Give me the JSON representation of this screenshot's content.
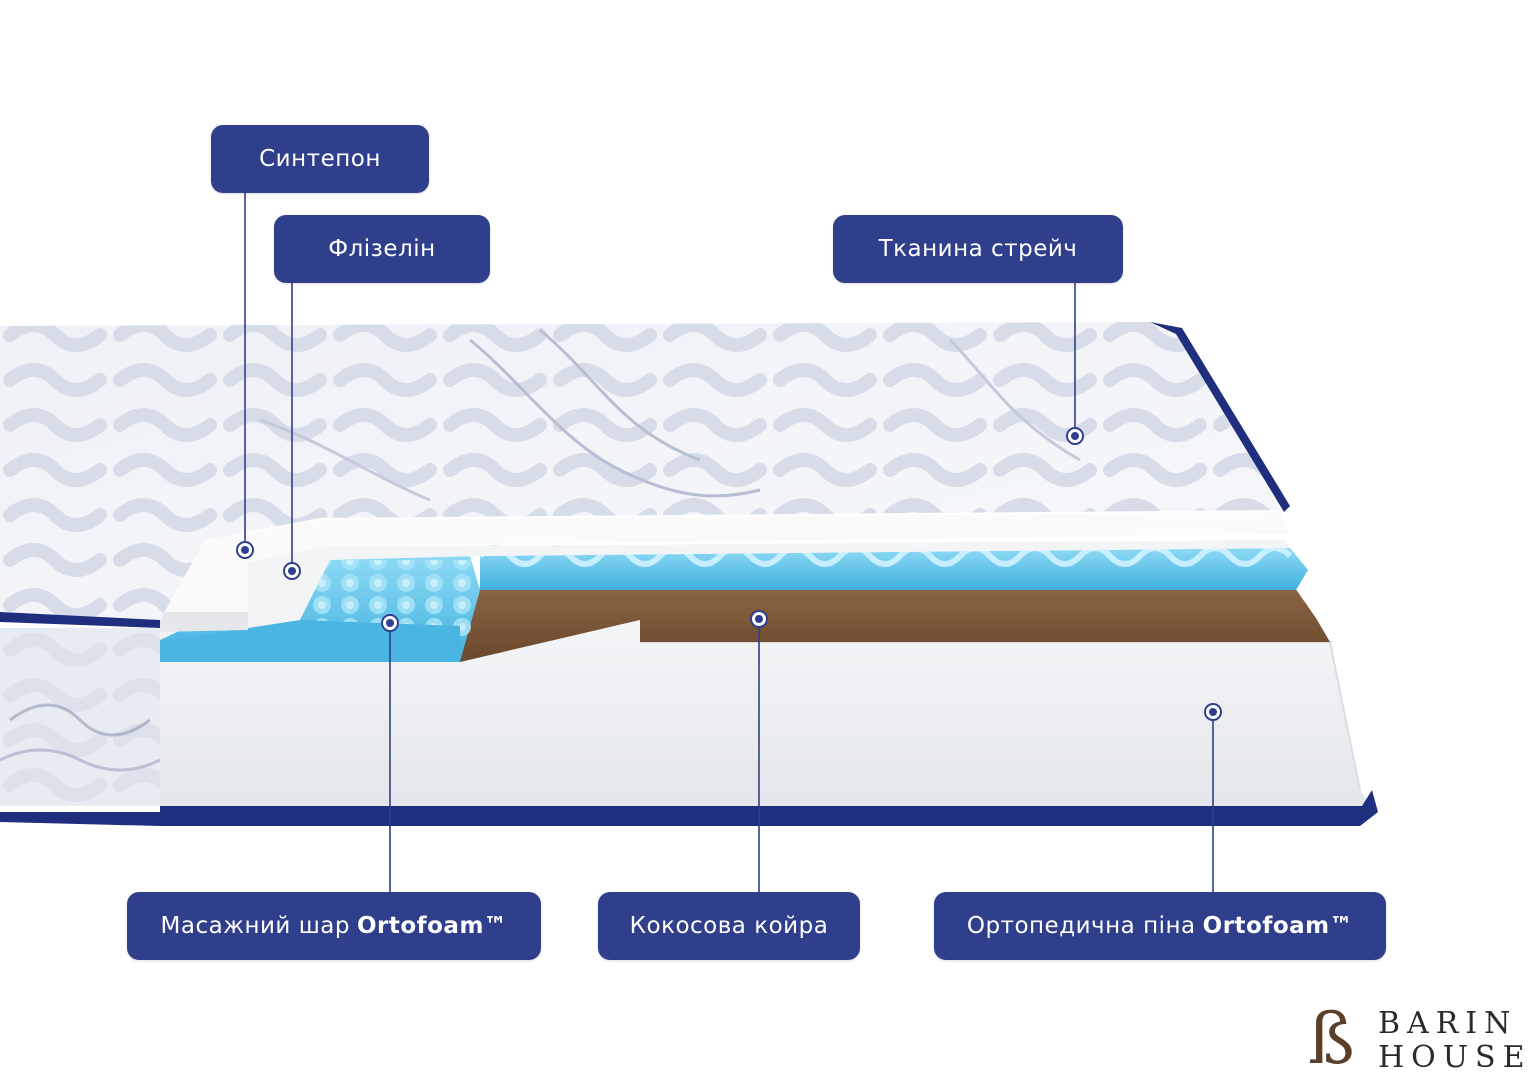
{
  "labels": {
    "sintepon": "Синтепон",
    "flizelin": "Флізелін",
    "tkanyna": "Тканина стрейч",
    "masazh_prefix": "Масажний шар",
    "masazh_brand": "Ortofoam™",
    "kokos": "Кокосова койра",
    "orto_prefix": "Ортопедична піна",
    "orto_brand": "Ortofoam™"
  },
  "logo": {
    "word1": "BARIN",
    "word2": "HOUSE"
  },
  "colors": {
    "label_bg": "#2f3f8c",
    "label_text": "#ffffff",
    "piping": "#1f2f7e",
    "foam_blue": "#5fc3e8",
    "coir_brown": "#7a5638",
    "base_foam": "#eef0f3",
    "logo_brown": "#5a3f2a"
  }
}
